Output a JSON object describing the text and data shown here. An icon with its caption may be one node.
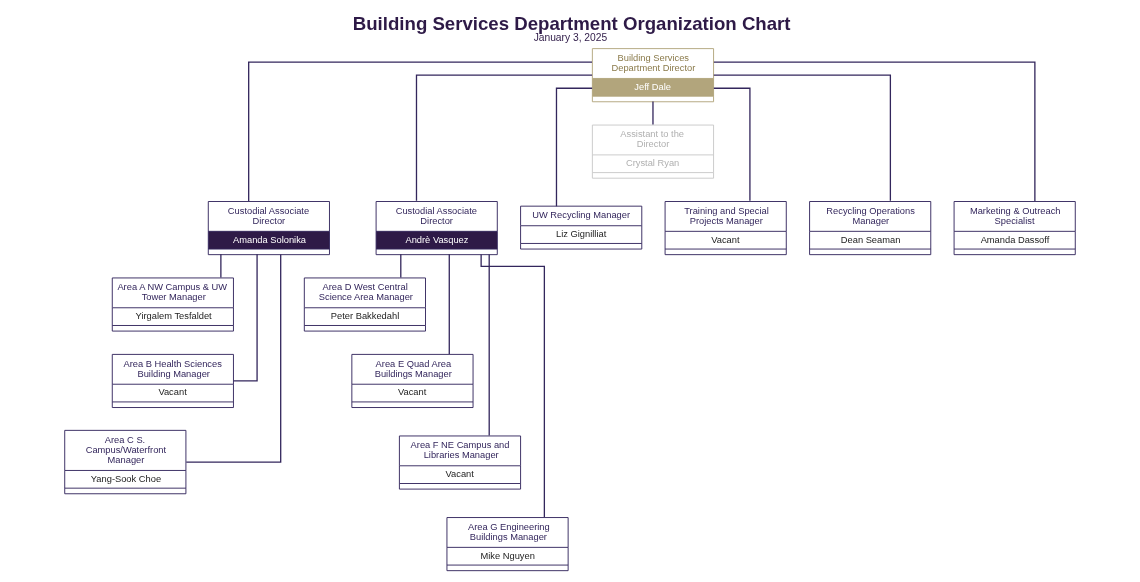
{
  "diagram": {
    "title": "Building Services Department Organization Chart",
    "caption": "January 3, 2025",
    "nodes": [
      {
        "text": [
          "Building Services Department Director",
          "Jeff Dale"
        ]
      },
      {
        "text": [
          "Assistant to the Director",
          "Crystal Ryan"
        ]
      },
      {
        "text": [
          "Custodial Associate Director",
          "Amanda Solonika"
        ]
      },
      {
        "text": [
          "Custodial Associate Director",
          "Andrè Vasquez"
        ]
      },
      {
        "text": [
          "UW Recycling Manager",
          "Liz Gignilliat"
        ]
      },
      {
        "text": [
          "Training and Special Projects Manager",
          "Vacant"
        ]
      },
      {
        "text": [
          "Recycling Operations Manager",
          "Dean Seaman"
        ]
      },
      {
        "text": [
          "Marketing & Outreach Specialist",
          "Amanda Dassoff"
        ]
      },
      {
        "text": [
          "Area A NW Campus & UW Tower Manager",
          "Yirgalem Tesfaldet"
        ]
      },
      {
        "text": [
          "Area B Health Sciences Building Manager",
          "Vacant"
        ]
      },
      {
        "text": [
          "Area C S. Campus/Waterfront Manager",
          "Yang-Sook Choe"
        ]
      },
      {
        "text": [
          "Area D West Central Science Area Manager",
          "Peter Bakkedahl"
        ]
      },
      {
        "text": [
          "Area E Quad Area Buildings Manager",
          "Vacant"
        ]
      },
      {
        "text": [
          "Area F NE Campus and Libraries Manager",
          "Vacant"
        ]
      },
      {
        "text": [
          "Area G Engineering Buildings Manager",
          "Mike Nguyen"
        ]
      }
    ],
    "edges": [
      {
        "from": 0,
        "to": 1,
        "arrow": "none"
      },
      {
        "from": 0,
        "to": 2,
        "arrow": "none"
      },
      {
        "from": 0,
        "to": 3,
        "arrow": "none"
      },
      {
        "from": 0,
        "to": 4,
        "arrow": "none"
      },
      {
        "from": 0,
        "to": 5,
        "arrow": "none"
      },
      {
        "from": 0,
        "to": 6,
        "arrow": "none"
      },
      {
        "from": 0,
        "to": 7,
        "arrow": "none"
      },
      {
        "from": 2,
        "to": 8,
        "arrow": "none"
      },
      {
        "from": 2,
        "to": 9,
        "arrow": "none"
      },
      {
        "from": 2,
        "to": 10,
        "arrow": "none"
      },
      {
        "from": 3,
        "to": 11,
        "arrow": "none"
      },
      {
        "from": 3,
        "to": 12,
        "arrow": "none"
      },
      {
        "from": 3,
        "to": 13,
        "arrow": "none"
      },
      {
        "from": 3,
        "to": 14,
        "arrow": "none"
      }
    ]
  }
}
